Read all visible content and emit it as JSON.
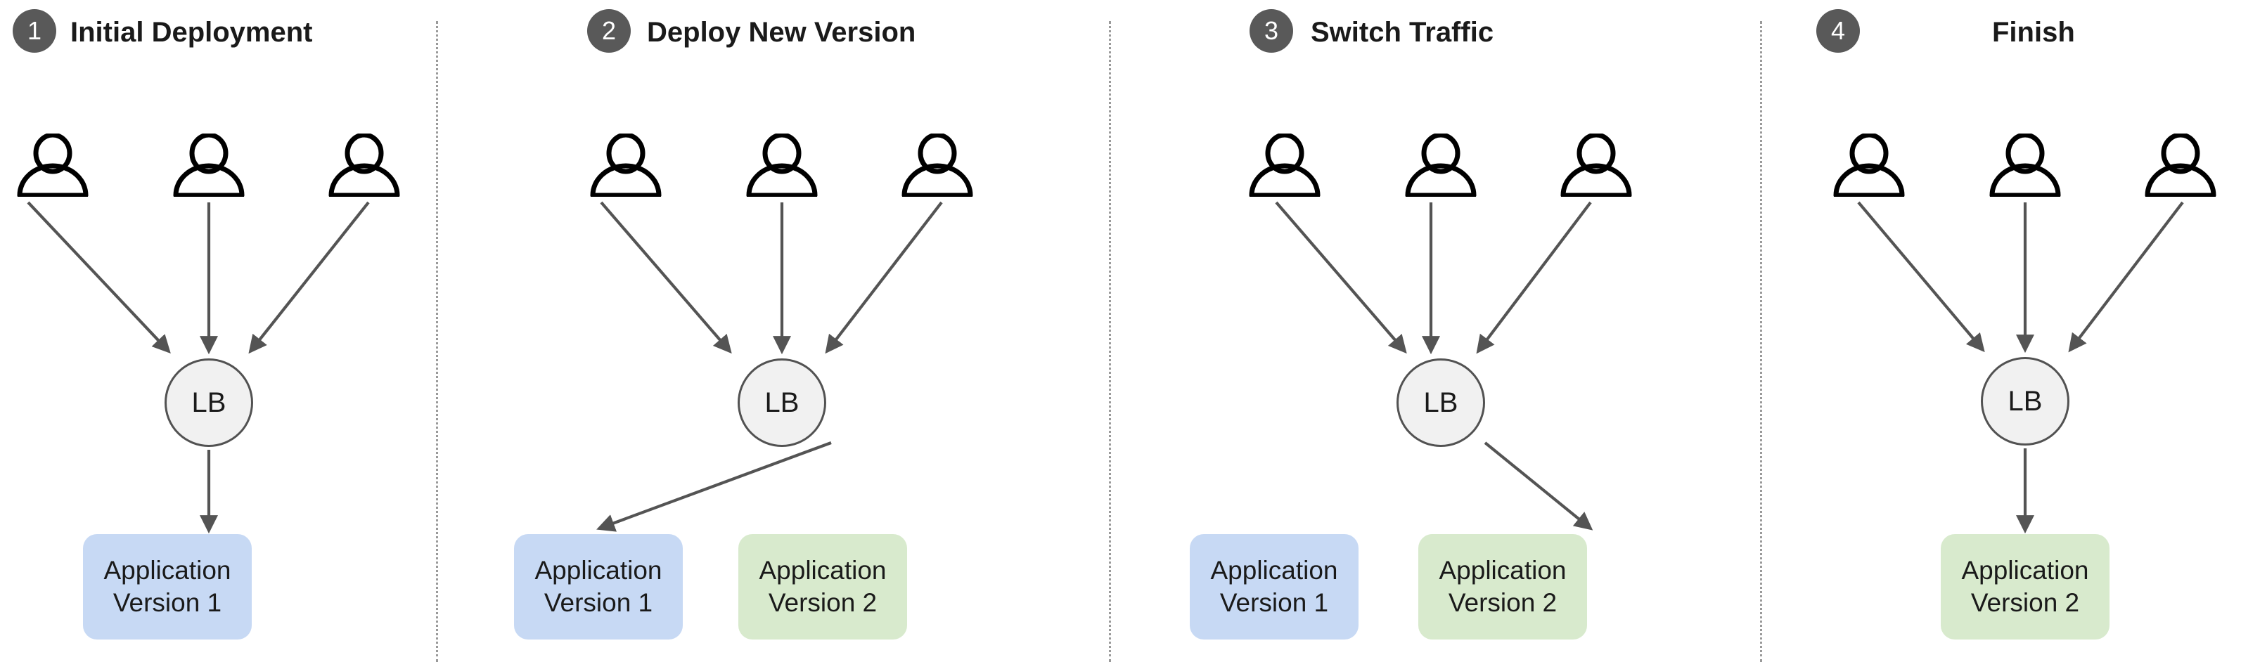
{
  "diagram": {
    "title_semantic": "blue-green-deployment-stages",
    "colors": {
      "badge_bg": "#595959",
      "badge_text": "#ffffff",
      "title_text": "#1a1a1a",
      "divider": "#9a9a9a",
      "arrow": "#545454",
      "user_icon": "#000000",
      "lb_fill": "#f1f1f1",
      "lb_stroke": "#525252",
      "app_v1_bg": "#c7d9f4",
      "app_v2_bg": "#d8eacd",
      "background": "#ffffff"
    },
    "labels": {
      "lb": "LB",
      "app_v1_line1": "Application",
      "app_v1_line2": "Version 1",
      "app_v2_line1": "Application",
      "app_v2_line2": "Version 2"
    },
    "icons": {
      "user": "user-icon",
      "load_balancer": "load-balancer-circle-icon",
      "arrow": "arrow-icon",
      "divider": "dotted-divider"
    },
    "panels": [
      {
        "number": "1",
        "title": "Initial Deployment",
        "users": 3,
        "lb": "LB",
        "apps": [
          {
            "line1": "Application",
            "line2": "Version 1",
            "color": "blue",
            "active": true
          }
        ],
        "active_target": "Application Version 1"
      },
      {
        "number": "2",
        "title": "Deploy New Version",
        "users": 3,
        "lb": "LB",
        "apps": [
          {
            "line1": "Application",
            "line2": "Version 1",
            "color": "blue",
            "active": true
          },
          {
            "line1": "Application",
            "line2": "Version 2",
            "color": "green",
            "active": false
          }
        ],
        "active_target": "Application Version 1"
      },
      {
        "number": "3",
        "title": "Switch Traffic",
        "users": 3,
        "lb": "LB",
        "apps": [
          {
            "line1": "Application",
            "line2": "Version 1",
            "color": "blue",
            "active": false
          },
          {
            "line1": "Application",
            "line2": "Version 2",
            "color": "green",
            "active": true
          }
        ],
        "active_target": "Application Version 2"
      },
      {
        "number": "4",
        "title": "Finish",
        "users": 3,
        "lb": "LB",
        "apps": [
          {
            "line1": "Application",
            "line2": "Version 2",
            "color": "green",
            "active": true
          }
        ],
        "active_target": "Application Version 2"
      }
    ]
  }
}
